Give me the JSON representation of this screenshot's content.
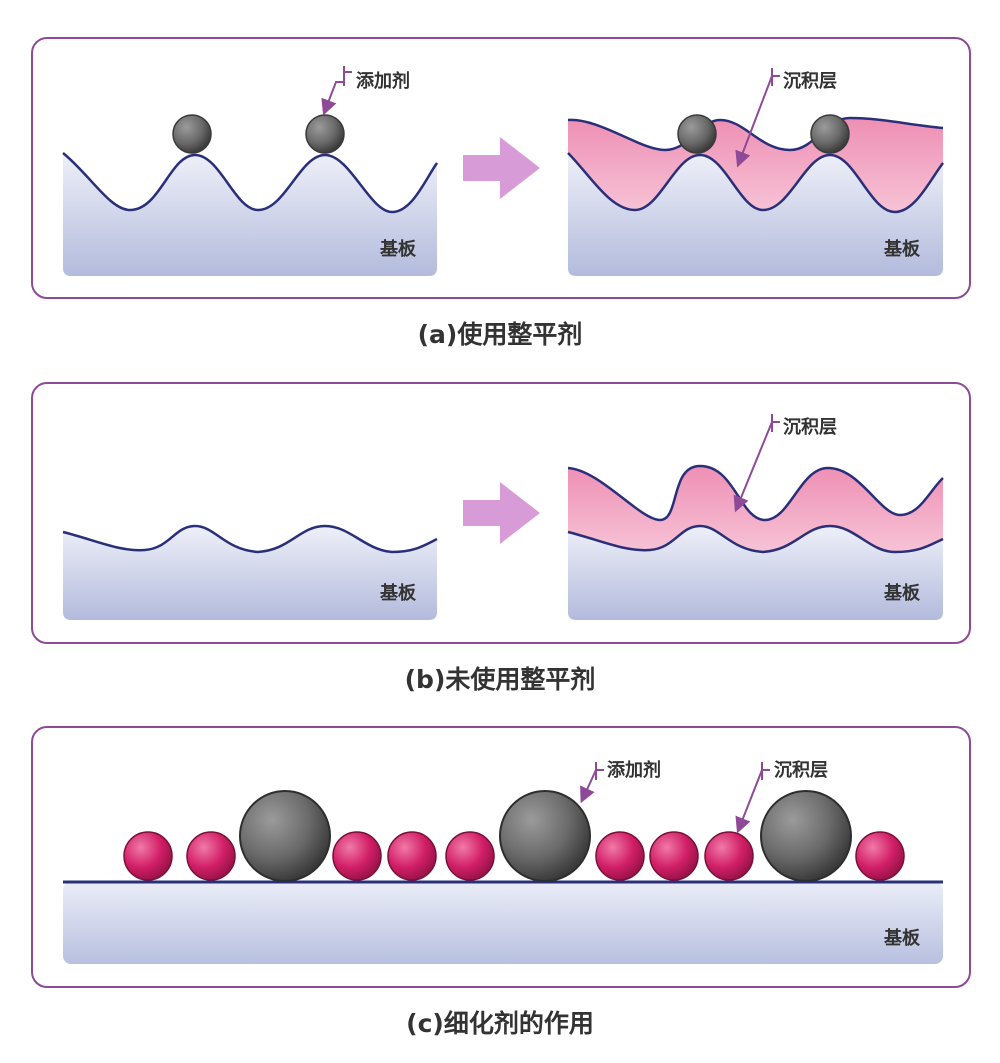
{
  "panels": {
    "a": {
      "caption": "(a)使用整平剂",
      "substrate_label_left": "基板",
      "substrate_label_right": "基板",
      "additive_label": "添加剂",
      "deposit_label": "沉积层"
    },
    "b": {
      "caption": "(b)未使用整平剂",
      "substrate_label_left": "基板",
      "substrate_label_right": "基板",
      "deposit_label": "沉积层"
    },
    "c": {
      "caption": "(c)细化剂的作用",
      "substrate_label": "基板",
      "additive_label": "添加剂",
      "deposit_label": "沉积层"
    }
  },
  "colors": {
    "frame": "#8e4a97",
    "substrate_fill": "#c9cfe6",
    "substrate_edge": "#2a2f7a",
    "deposit_fill": "#f4a6c4",
    "arrow": "#d79bd8",
    "additive_particle": "#6e6e6e",
    "deposit_particle": "#d2246a",
    "leader_line": "#8e4a97"
  }
}
